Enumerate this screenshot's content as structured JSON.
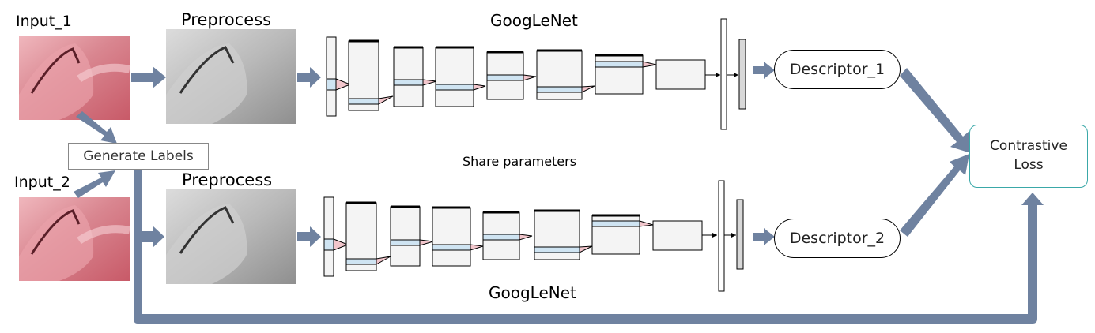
{
  "inputs": {
    "input1_label": "Input_1",
    "input2_label": "Input_2"
  },
  "preprocess": {
    "top_label": "Preprocess",
    "bottom_label": "Preprocess"
  },
  "network": {
    "top_label": "GoogLeNet",
    "bottom_label": "GoogLeNet",
    "share_label": "Share parameters"
  },
  "generate_labels": "Generate Labels",
  "descriptors": {
    "top": "Descriptor_1",
    "bottom": "Descriptor_2"
  },
  "loss": "Contrastive\nLoss",
  "colors": {
    "arrow": "#6f82a0",
    "loss_border": "#3aa8a8",
    "input_image": "#d97b86",
    "preprocess_image": "#a8a8a8",
    "layer_fill": "#f4f4f4",
    "layer_highlight": "#cfe4f2",
    "kernel_fill": "#f2c6cc"
  }
}
